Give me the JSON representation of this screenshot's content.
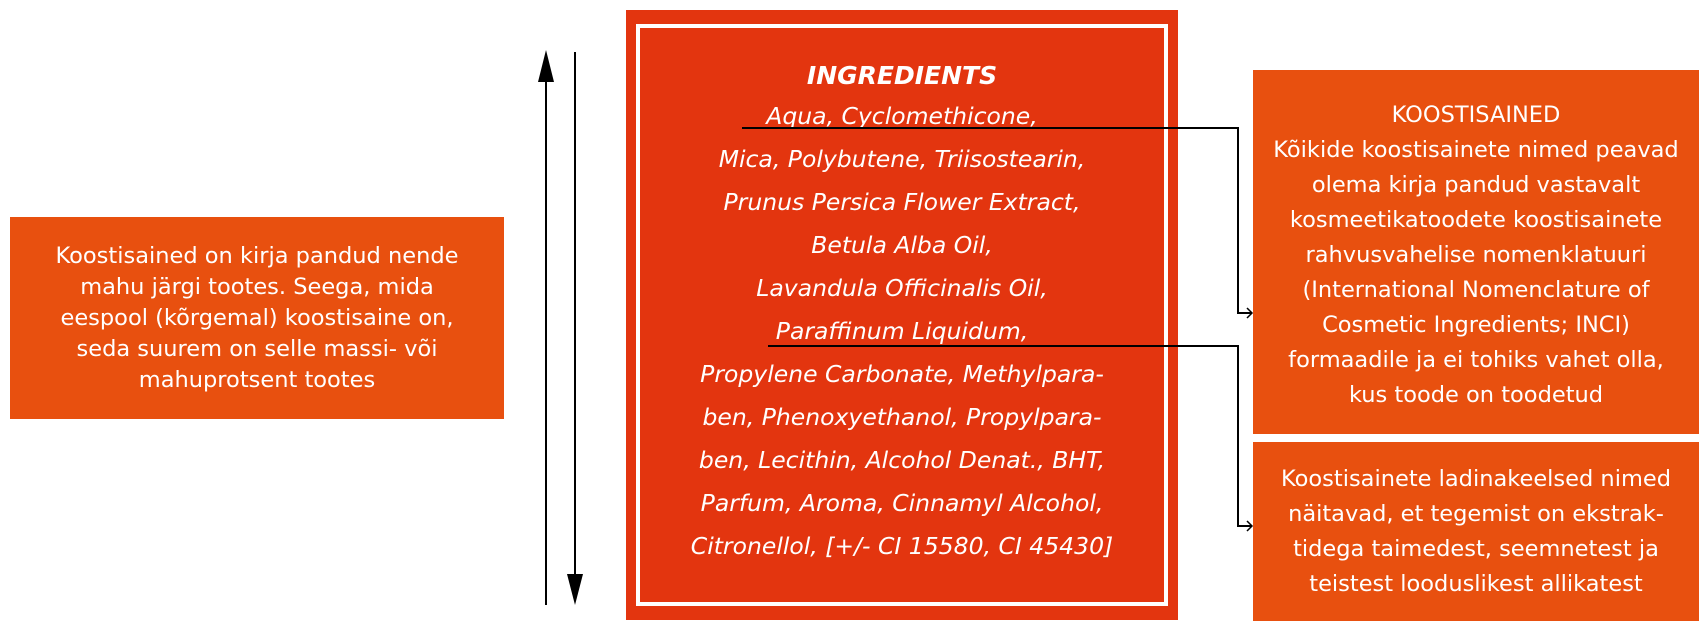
{
  "left_box": {
    "lines": [
      "Koostisained on kirja pandud nende",
      "mahu järgi tootes. Seega, mida",
      "eespool (kõrgemal) koostisaine on,",
      "seda suurem on selle massi- või",
      "mahuprotsent tootes"
    ]
  },
  "ingredients": {
    "title": "INGREDIENTS",
    "lines": [
      "Aqua, Cyclomethicone,",
      "Mica, Polybutene, Triisostearin,",
      "Prunus Persica Flower Extract,",
      "Betula Alba Oil,",
      "Lavandula Officinalis Oil,",
      "Paraffinum Liquidum,",
      "Propylene Carbonate, Methylpara-",
      "ben, Phenoxyethanol, Propylpara-",
      "ben, Lecithin, Alcohol Denat., BHT,",
      "Parfum, Aroma, Cinnamyl Alcohol,",
      "Citronellol, [+/- CI 15580, CI 45430]"
    ]
  },
  "right_top": {
    "lines": [
      "KOOSTISAINED",
      "Kõikide koostisainete nimed peavad",
      "olema  kirja pandud vastavalt",
      "kosmeetikatoodete koostisainete",
      "rahvusvahelise nomenklatuuri",
      "(International Nomenclature of",
      "Cosmetic Ingredients;  INCI)",
      "formaadile ja ei tohiks vahet olla,",
      "kus toode on toodetud"
    ]
  },
  "right_bottom": {
    "lines": [
      "Koostisainete ladinakeelsed nimed",
      "näitavad, et tegemist on ekstrak-",
      "tidega taimedest, seemnetest ja",
      "teistest looduslikest allikatest"
    ]
  },
  "colors": {
    "box_orange": "#e8500f",
    "center_red": "#e3350f",
    "text": "#ffffff",
    "connector": "#000000"
  },
  "icons": [
    "arrow-up-icon",
    "arrow-down-icon",
    "arrow-right-icon"
  ]
}
